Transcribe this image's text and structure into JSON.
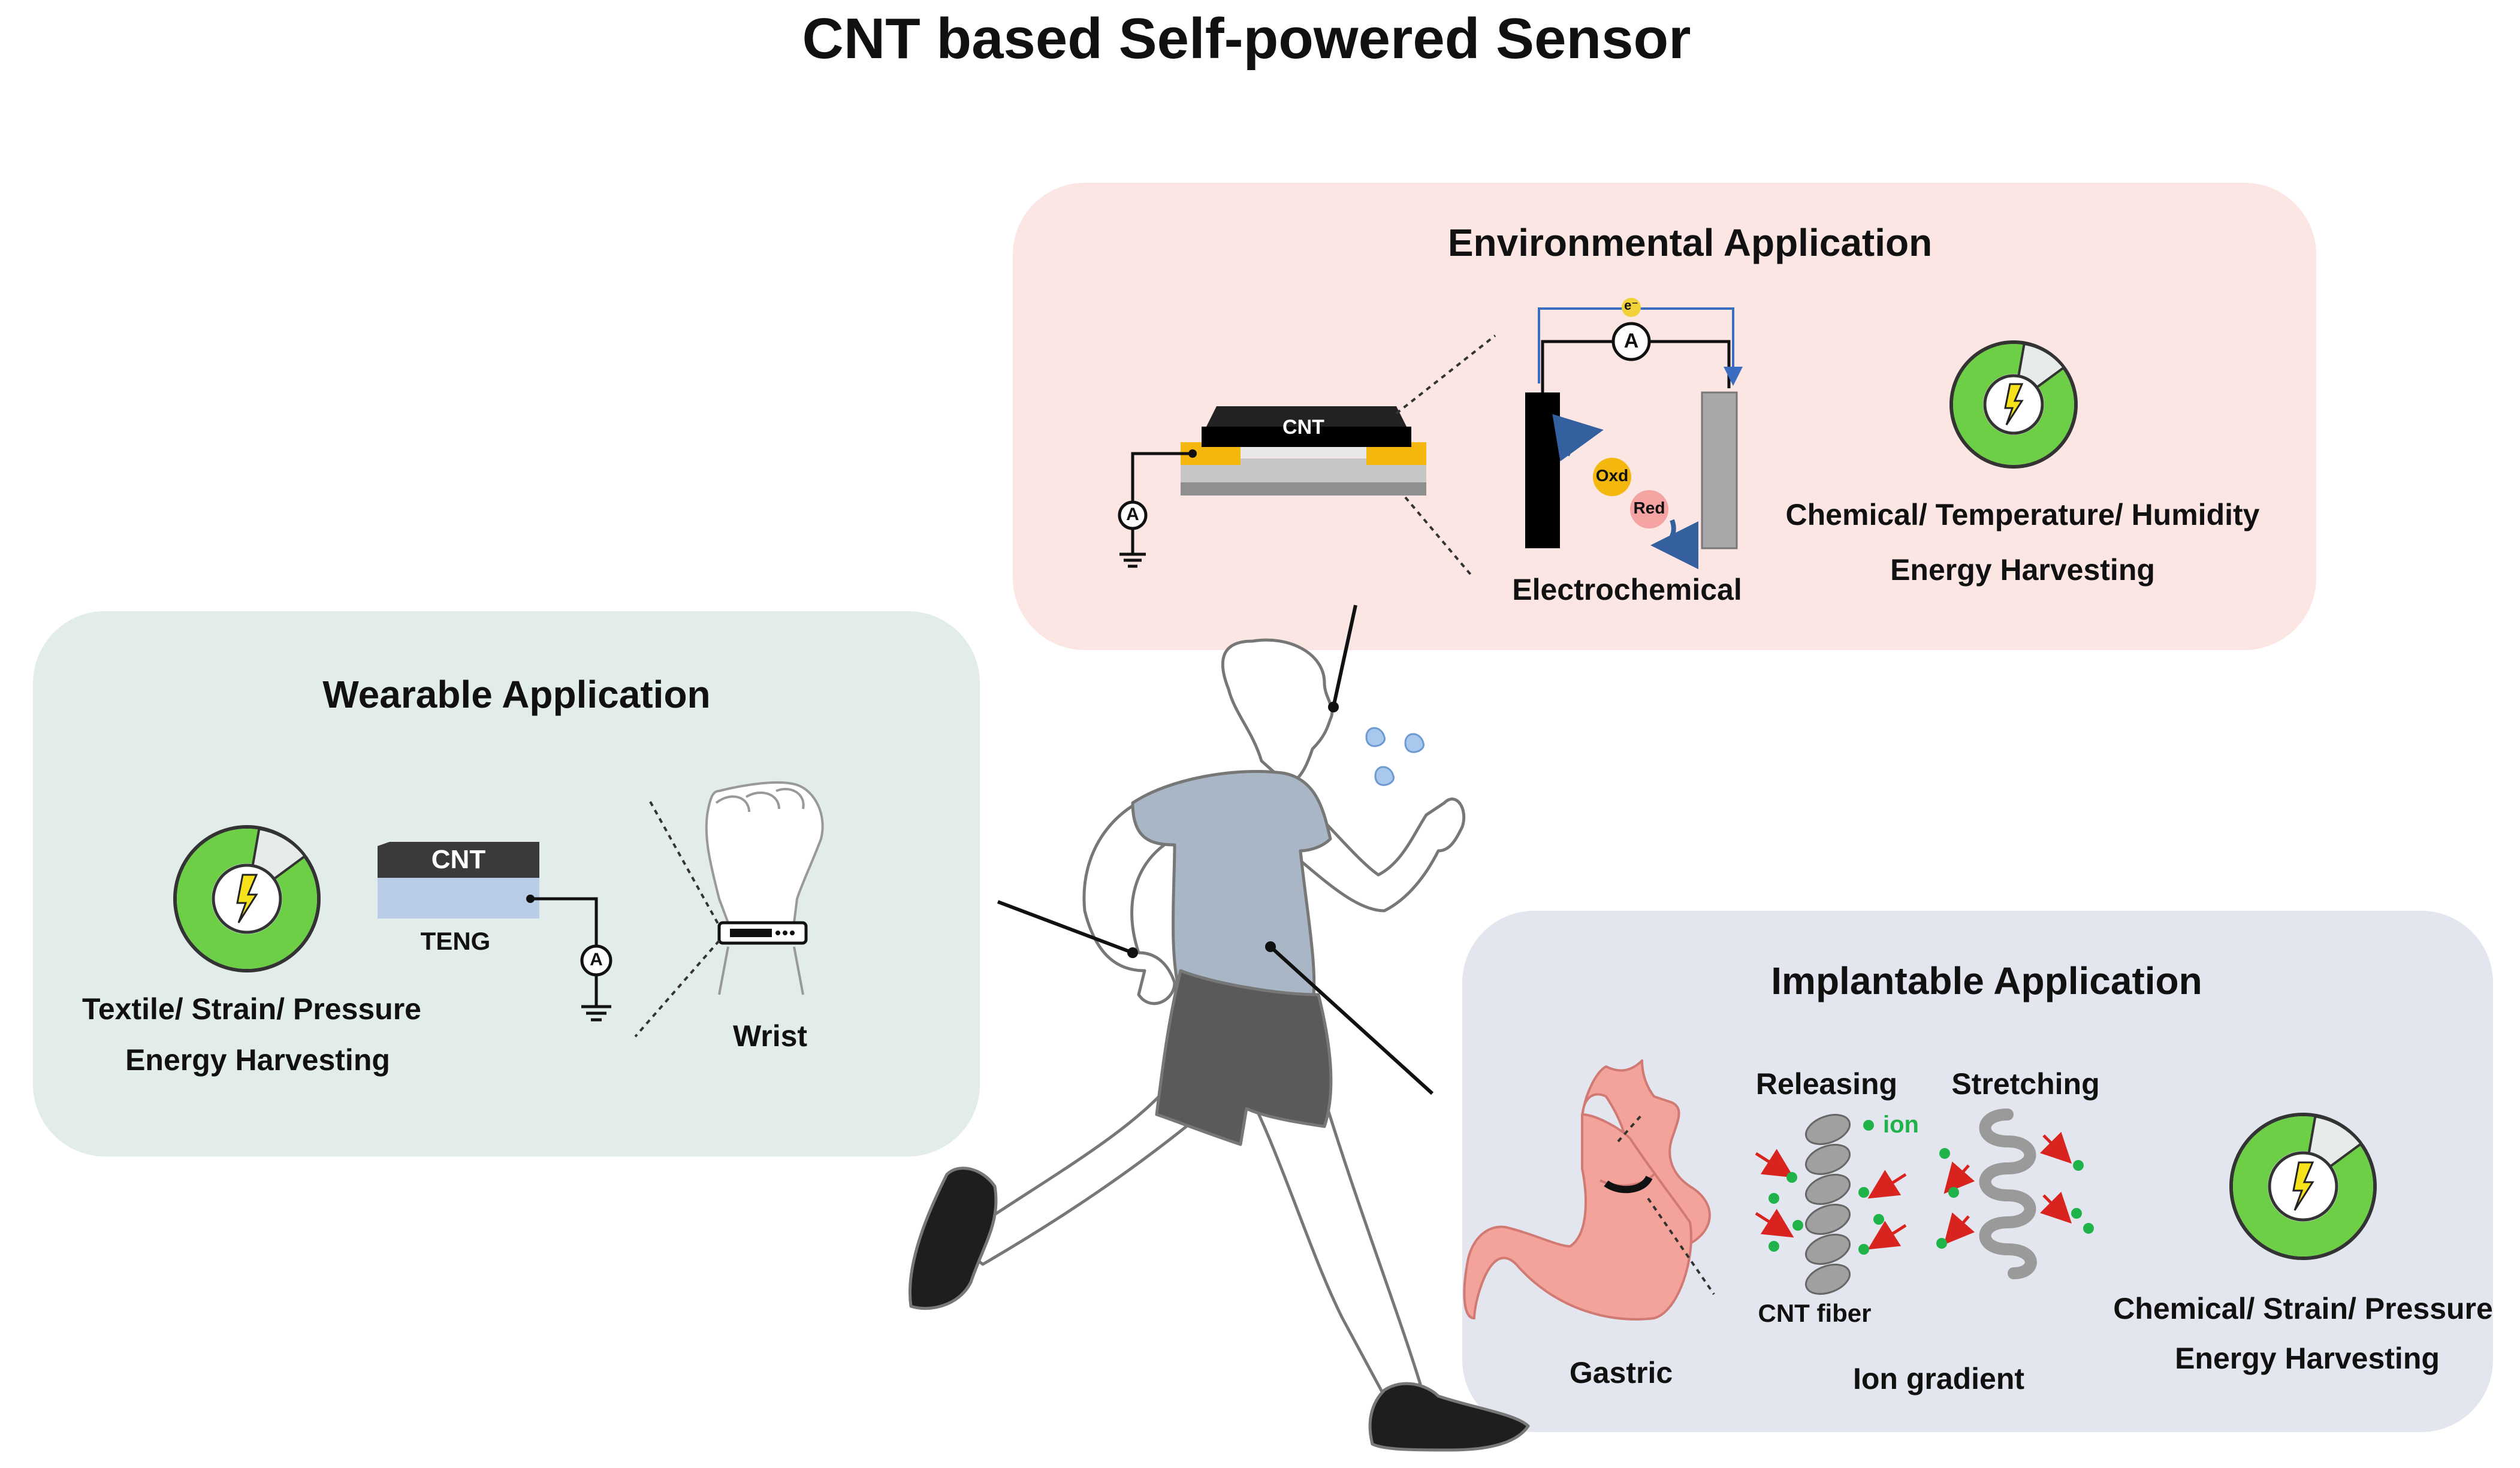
{
  "title": "CNT based Self-powered Sensor",
  "colors": {
    "environmental_panel": "#fbe6e3",
    "wearable_panel": "#e1eceb",
    "implantable_panel": "#e3e6ee",
    "ring_green": "#6ccf45",
    "bolt_yellow": "#f6e21a",
    "gold": "#f4b70d",
    "shirt": "#a9b6c6",
    "shorts": "#5a5a5a",
    "stomach": "#f3a39a"
  },
  "environmental": {
    "title": "Environmental Application",
    "device_label": "CNT",
    "ammeter_symbol": "A",
    "electron_symbol": "e⁻",
    "oxidation_label": "Oxd",
    "reduction_label": "Red",
    "method_label": "Electrochemical",
    "targets": "Chemical/ Temperature/ Humidity",
    "energy": "Energy Harvesting"
  },
  "wearable": {
    "title": "Wearable Application",
    "cnt_label": "CNT",
    "teng_label": "TENG",
    "ammeter_symbol": "A",
    "location_label": "Wrist",
    "targets": "Textile/ Strain/ Pressure",
    "energy": "Energy Harvesting"
  },
  "implantable": {
    "title": "Implantable Application",
    "releasing_label": "Releasing",
    "stretching_label": "Stretching",
    "ion_label": "ion",
    "fiber_label": "CNT fiber",
    "gradient_label": "Ion gradient",
    "organ_label": "Gastric",
    "targets": "Chemical/ Strain/ Pressure",
    "energy": "Energy Harvesting"
  }
}
